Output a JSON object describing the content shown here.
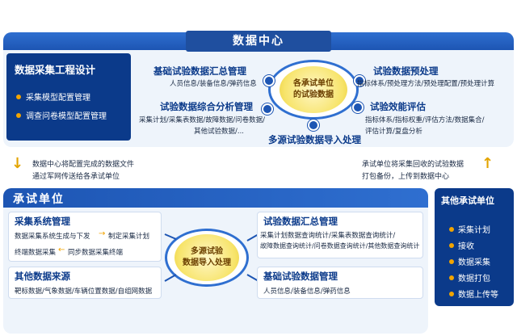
{
  "data_center": {
    "title": "数据中心",
    "collect": {
      "title": "数据采集工程设计",
      "items": [
        "采集模型配置管理",
        "调查问卷模型配置管理"
      ]
    },
    "center_label": [
      "各承试单位",
      "的试验数据"
    ],
    "modules": {
      "basic_summary": {
        "title": "基础试验数据汇总管理",
        "sub": "人员信息/装备信息/弹药信息"
      },
      "comprehensive": {
        "title": "试验数据综合分析管理",
        "sub": [
          "采集计划/采集表数据/故障数据/问卷数据/",
          "其他试验数据/..."
        ]
      },
      "preprocess": {
        "title": "试验数据预处理",
        "sub": "指标体系/预处理方法/预处理配置/预处理计算"
      },
      "effectiveness": {
        "title": "试验效能评估",
        "sub": [
          "指标体系/指标权重/评估方法/数据集合/",
          "评估计算/复盘分析"
        ]
      },
      "multi_import": {
        "title": "多源试验数据导入处理"
      }
    }
  },
  "middle": {
    "left_text": [
      "数据中心将配置完成的数据文件",
      "通过军网传送给各承试单位"
    ],
    "right_text": [
      "承试单位将采集回收的试验数据",
      "打包备份，上传到数据中心"
    ]
  },
  "unit": {
    "title": "承试单位",
    "collect_system": {
      "title": "采集系统管理",
      "row1_left": "数据采集系统生成与下发",
      "row1_right": "制定采集计划",
      "row2_left": "终端数据采集",
      "row2_right": "同步数据采集终端"
    },
    "other_sources": {
      "title": "其他数据来源",
      "sub": "靶标数据/气象数据/车辆位置数据/自组网数据"
    },
    "center_label": [
      "多源试验",
      "数据导入处理"
    ],
    "summary": {
      "title": "试验数据汇总管理",
      "sub": [
        "采集计划数据查询统计/采集表数据查询统计/",
        "故障数据查询统计/问卷数据查询统计/其他数据查询统计"
      ]
    },
    "basic": {
      "title": "基础试验数据管理",
      "sub": "人员信息/装备信息/弹药信息"
    }
  },
  "other_units": {
    "title": "其他承试单位",
    "items": [
      "采集计划",
      "接收",
      "数据采集",
      "数据打包",
      "数据上传等"
    ]
  },
  "colors": {
    "dark_blue": "#0b3a8a",
    "mid_blue": "#1d55b3",
    "accent_yellow": "#f2a400",
    "ring_yellow": "#f7e46b"
  }
}
